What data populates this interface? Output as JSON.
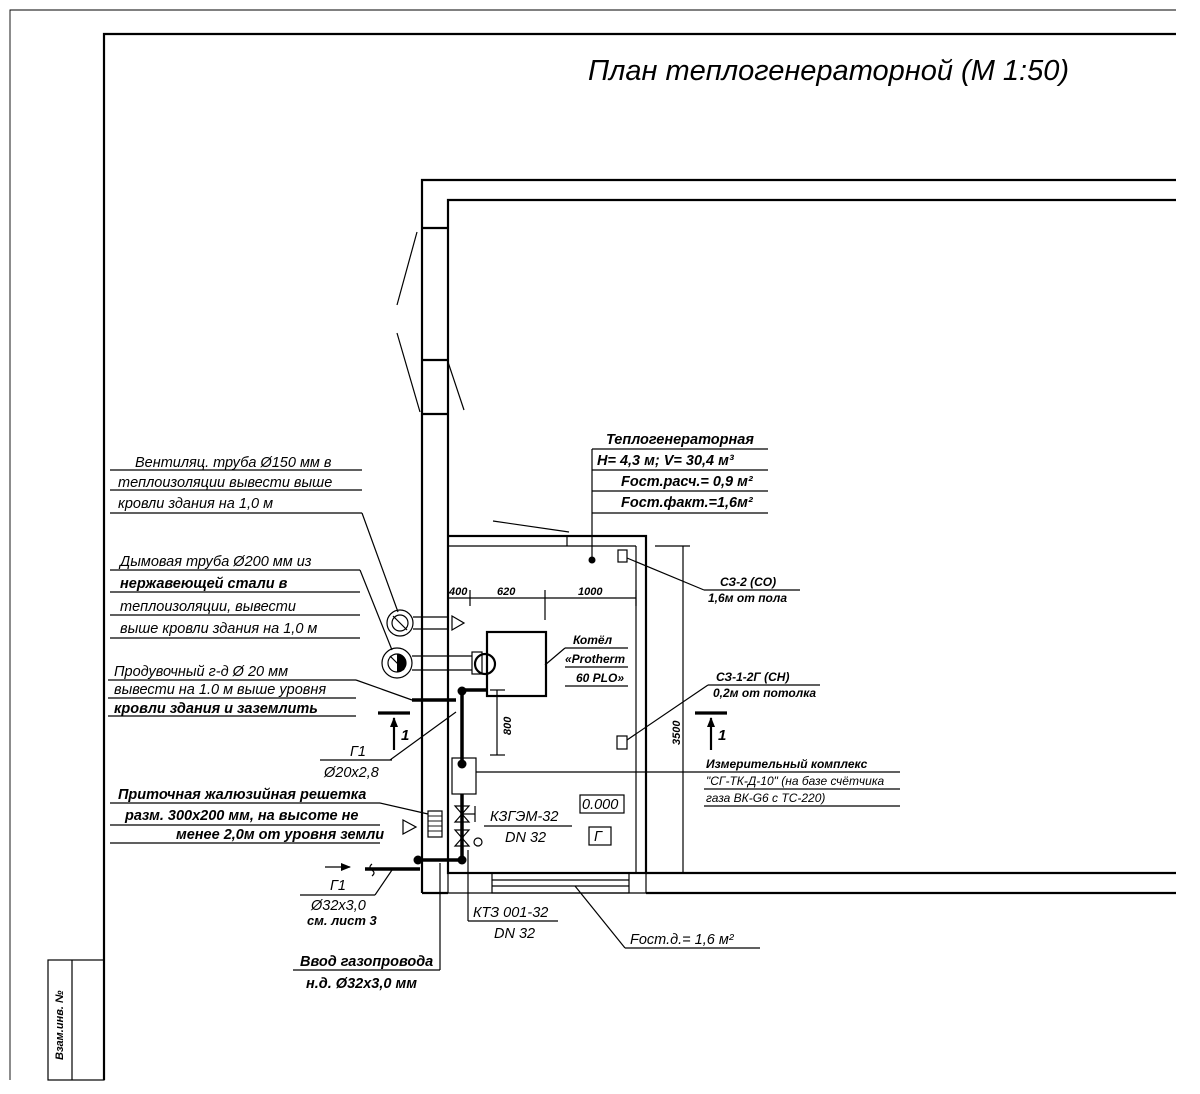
{
  "title": "План  теплогенераторной (М 1:50)",
  "room": {
    "name": "Теплогенераторная",
    "params": "H= 4,3 м; V= 30,4 м³",
    "area_calc": "Fост.расч.= 0,9 м²",
    "area_fact": "Fост.факт.=1,6м²",
    "level": "0.000",
    "category": "Г"
  },
  "dimensions": {
    "d400": "400",
    "d620": "620",
    "d1000": "1000",
    "d800": "800",
    "d3500": "3500"
  },
  "section": {
    "left": "1",
    "right": "1"
  },
  "callouts": {
    "vent_pipe": [
      "Вентиляц. труба Ø150 мм в",
      "теплоизоляции вывести выше",
      "кровли здания на 1,0 м"
    ],
    "chimney": [
      "Дымовая труба Ø200 мм из",
      "нержавеющей стали в",
      "теплоизоляции, вывести",
      "выше кровли здания на 1,0 м"
    ],
    "purge": [
      "Продувочный г-д Ø 20 мм",
      "вывести на 1.0 м выше уровня",
      "кровли здания и заземлить"
    ],
    "g1_small": [
      "Г1",
      "Ø20x2,8"
    ],
    "grille": [
      "Приточная жалюзийная решетка",
      "разм. 300x200 мм, на высоте не",
      "менее 2,0м от уровня земли"
    ],
    "g1_main": [
      "Г1",
      "Ø32x3,0",
      "см. лист 3"
    ],
    "gas_inlet": [
      "Ввод газопровода",
      "н.д. Ø32x3,0 мм"
    ],
    "ktz": [
      "КТЗ 001-32",
      "DN 32"
    ],
    "kzgem": [
      "КЗГЭМ-32",
      "DN 32"
    ],
    "boiler": [
      "Котёл",
      "«Protherm",
      "60 PLO»"
    ],
    "se2": [
      "СЗ-2 (СО)",
      "1,6м от пола"
    ],
    "se12g": [
      "СЗ-1-2Г (СН)",
      "0,2м от потолка"
    ],
    "meter": [
      "Измерительный комплекс",
      "\"СГ-ТК-Д-10\" (на базе счётчика",
      "газа ВК-G6 с ТС-220)"
    ],
    "f_door": "Fост.д.= 1,6 м²"
  },
  "stamp": {
    "label": "Взам.инв. №"
  }
}
